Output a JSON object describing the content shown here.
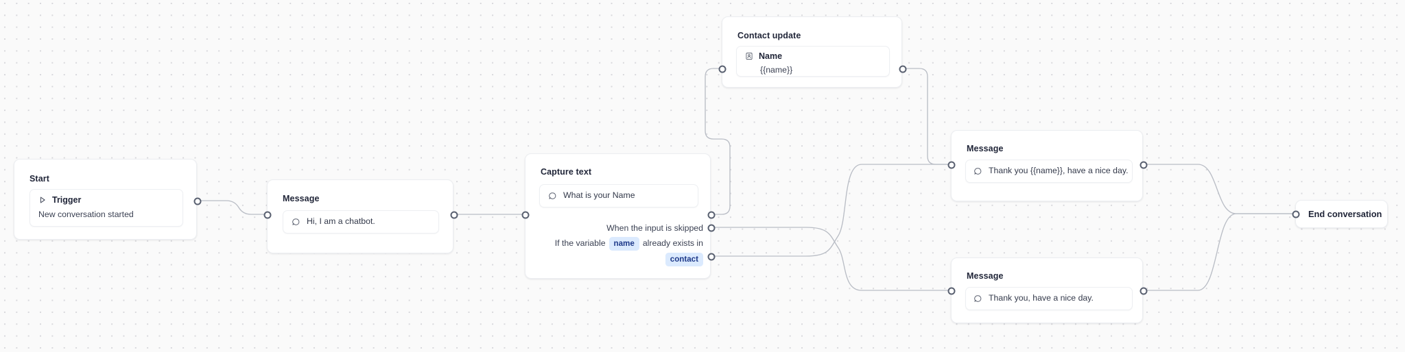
{
  "canvas": {
    "background_color": "#fafafa",
    "dot_color": "#d8d8dc",
    "edge_color": "#b9bdc5",
    "handle_ring_color": "#596070",
    "pill_bg": "#dbeafe",
    "pill_text": "#1e3a8a"
  },
  "nodes": {
    "start": {
      "title": "Start",
      "trigger_label": "Trigger",
      "trigger_description": "New conversation started",
      "icon": "play-triangle-icon"
    },
    "message_greeting": {
      "title": "Message",
      "text": "Hi, I am a chatbot.",
      "icon": "speech-bubble-icon"
    },
    "capture_text": {
      "title": "Capture text",
      "prompt": "What is your Name",
      "icon": "speech-bubble-icon",
      "condition_skipped": "When the input is skipped",
      "condition_exists_prefix": "If the variable",
      "condition_exists_variable": "name",
      "condition_exists_middle": "already exists in",
      "condition_exists_target": "contact"
    },
    "contact_update": {
      "title": "Contact update",
      "field_label": "Name",
      "field_value": "{{name}}",
      "icon": "contact-card-icon"
    },
    "message_thanks_name": {
      "title": "Message",
      "text": "Thank you {{name}}, have a nice day.",
      "icon": "speech-bubble-icon"
    },
    "message_thanks": {
      "title": "Message",
      "text": "Thank you, have a nice day.",
      "icon": "speech-bubble-icon"
    },
    "end_conversation": {
      "label": "End conversation"
    }
  }
}
